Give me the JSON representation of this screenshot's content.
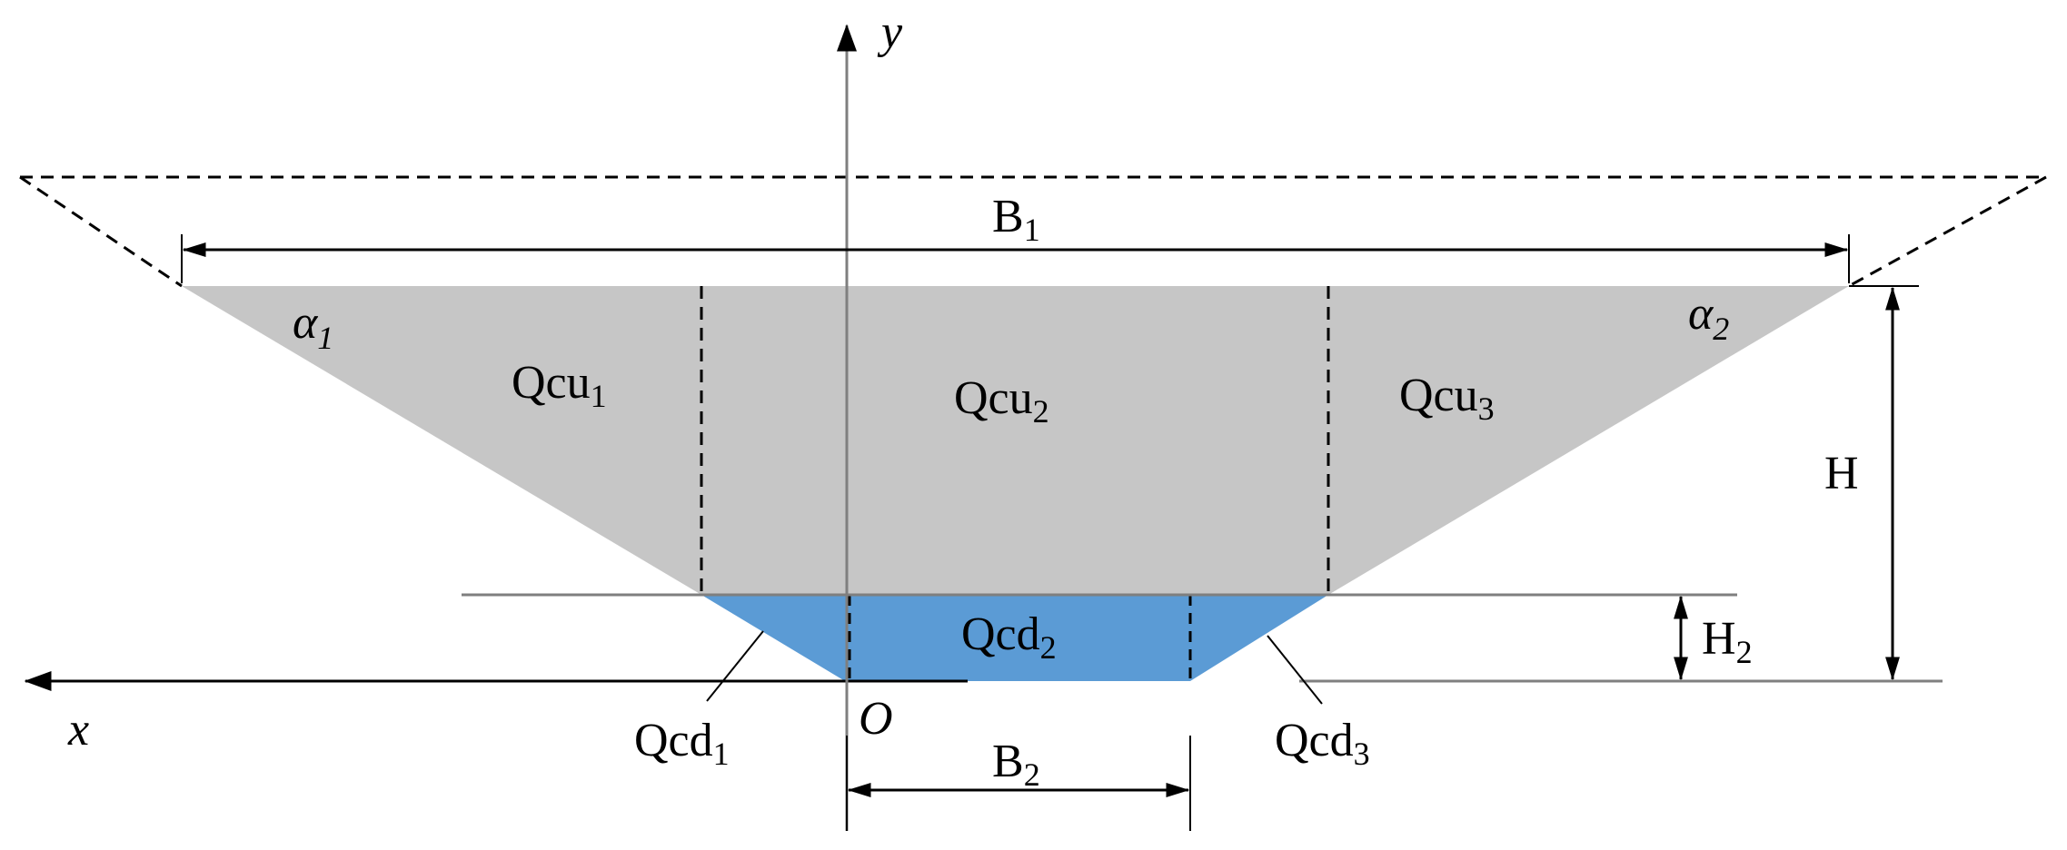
{
  "colors": {
    "upper_region": "#c6c6c6",
    "lower_region": "#5b9bd5",
    "stroke": "#000000",
    "guide": "#7f7f7f"
  },
  "axes": {
    "x": "x",
    "y": "y",
    "origin": "O"
  },
  "dimensions": {
    "B1": {
      "base": "B",
      "sub": "1"
    },
    "B2": {
      "base": "B",
      "sub": "2"
    },
    "H": {
      "base": "H",
      "sub": ""
    },
    "H2": {
      "base": "H",
      "sub": "2"
    }
  },
  "angles": {
    "a1": {
      "base": "α",
      "sub": "1"
    },
    "a2": {
      "base": "α",
      "sub": "2"
    }
  },
  "regions": {
    "qcu1": {
      "base": "Qcu",
      "sub": "1"
    },
    "qcu2": {
      "base": "Qcu",
      "sub": "2"
    },
    "qcu3": {
      "base": "Qcu",
      "sub": "3"
    },
    "qcd1": {
      "base": "Qcd",
      "sub": "1"
    },
    "qcd2": {
      "base": "Qcd",
      "sub": "2"
    },
    "qcd3": {
      "base": "Qcd",
      "sub": "3"
    }
  }
}
